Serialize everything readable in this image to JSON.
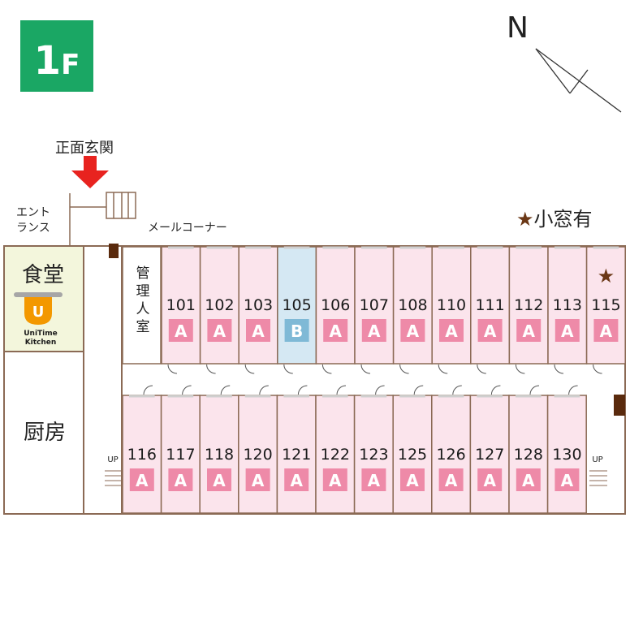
{
  "floor_badge": {
    "number": "1",
    "suffix": "F"
  },
  "compass": {
    "label": "N"
  },
  "entrance": {
    "label": "正面玄関",
    "side_line1": "エント",
    "side_line2": "ランス"
  },
  "mail_corner": "メールコーナー",
  "legend": {
    "star": "★",
    "text": "小窓有"
  },
  "dining": {
    "label": "食堂",
    "logo_letter": "U",
    "logo_line1": "UniTime",
    "logo_line2": "Kitchen"
  },
  "kitchen": {
    "label": "厨房"
  },
  "office": {
    "label": "管理人室"
  },
  "stairs": {
    "up_label": "UP"
  },
  "colors": {
    "room_a": "#fbe4ec",
    "room_b": "#d5e8f3",
    "badge_a": "#ee8aa8",
    "badge_b": "#7fb9d6",
    "wall": "#8b6a55",
    "accent_green": "#1aa764",
    "arrow": "#e8231f",
    "star": "#6b3816"
  },
  "rooms_north": [
    {
      "number": "101",
      "type": "A"
    },
    {
      "number": "102",
      "type": "A"
    },
    {
      "number": "103",
      "type": "A"
    },
    {
      "number": "105",
      "type": "B"
    },
    {
      "number": "106",
      "type": "A"
    },
    {
      "number": "107",
      "type": "A"
    },
    {
      "number": "108",
      "type": "A"
    },
    {
      "number": "110",
      "type": "A"
    },
    {
      "number": "111",
      "type": "A"
    },
    {
      "number": "112",
      "type": "A"
    },
    {
      "number": "113",
      "type": "A"
    },
    {
      "number": "115",
      "type": "A",
      "star": true
    }
  ],
  "rooms_south": [
    {
      "number": "116",
      "type": "A"
    },
    {
      "number": "117",
      "type": "A"
    },
    {
      "number": "118",
      "type": "A"
    },
    {
      "number": "120",
      "type": "A"
    },
    {
      "number": "121",
      "type": "A"
    },
    {
      "number": "122",
      "type": "A"
    },
    {
      "number": "123",
      "type": "A"
    },
    {
      "number": "125",
      "type": "A"
    },
    {
      "number": "126",
      "type": "A"
    },
    {
      "number": "127",
      "type": "A"
    },
    {
      "number": "128",
      "type": "A"
    },
    {
      "number": "130",
      "type": "A"
    }
  ]
}
